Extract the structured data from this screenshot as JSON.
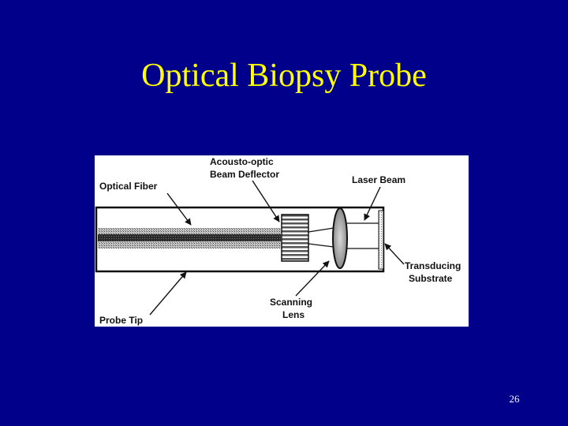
{
  "slide": {
    "title": "Optical Biopsy Probe",
    "page_number": "26",
    "colors": {
      "background": "#00008b",
      "title": "#ffff00",
      "page_number": "#ffffff",
      "figure_background": "#ffffff",
      "figure_ink": "#111111"
    }
  },
  "diagram": {
    "labels": {
      "optical_fiber": "Optical Fiber",
      "deflector_line1": "Acousto-optic",
      "deflector_line2": "Beam Deflector",
      "laser_beam": "Laser Beam",
      "substrate_line1": "Transducing",
      "substrate_line2": "Substrate",
      "lens_line1": "Scanning",
      "lens_line2": "Lens",
      "probe_tip": "Probe Tip"
    }
  }
}
